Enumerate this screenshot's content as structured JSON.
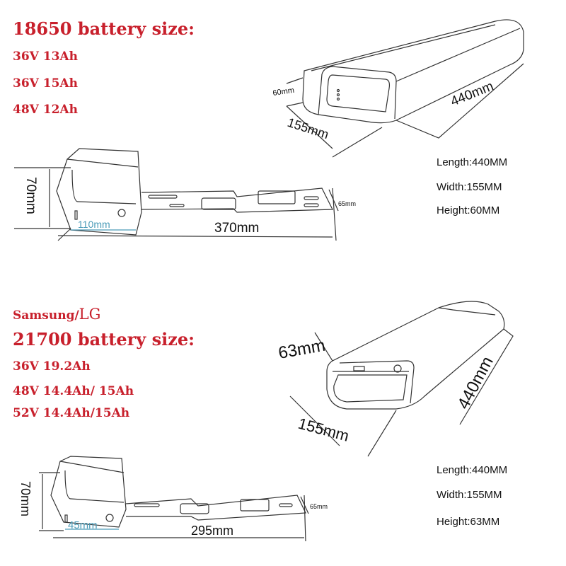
{
  "top": {
    "title": "18650 battery size:",
    "capacities": [
      "36V 13Ah",
      "36V 15Ah",
      "48V 12Ah"
    ],
    "specs": [
      "Length:440MM",
      "Width:155MM",
      "Height:60MM"
    ],
    "dims": {
      "height": "60mm",
      "width": "155mm",
      "length": "440mm",
      "side_height": "70mm",
      "base": "110mm",
      "rail": "370mm",
      "rail_height": "65mm"
    }
  },
  "bottom": {
    "brand_a": "Samsung/",
    "brand_b": "LG",
    "title": "21700  battery size:",
    "capacities": [
      "36V 19.2Ah",
      "48V 14.4Ah/ 15Ah",
      "52V 14.4Ah/15Ah"
    ],
    "specs": [
      "Length:440MM",
      "Width:155MM",
      "Height:63MM"
    ],
    "dims": {
      "height": "63mm",
      "width": "155mm",
      "length": "440mm",
      "side_height": "70mm",
      "base": "45mm",
      "rail": "295mm",
      "rail_height": "65mm"
    }
  },
  "colors": {
    "accent": "#c8202c",
    "dimension_blue": "#4a9bb8"
  }
}
